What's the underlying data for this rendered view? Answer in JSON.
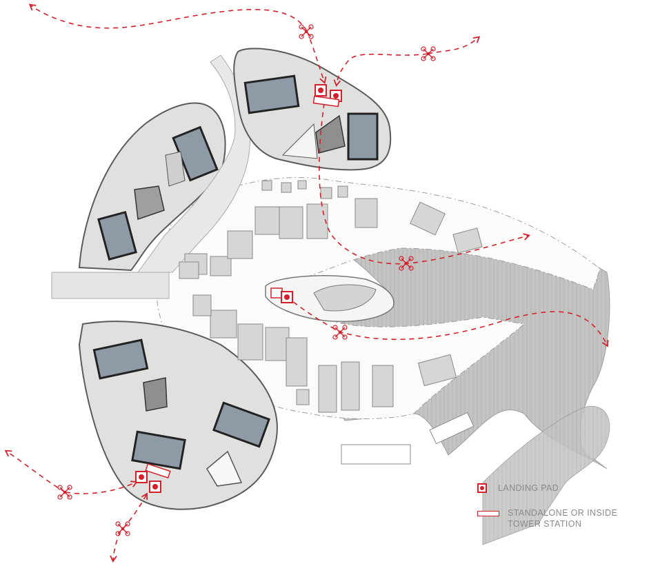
{
  "legend": {
    "landing_pad": "LANDING PAD",
    "station_line1": "STANDALONE OR INSIDE",
    "station_line2": "TOWER STATION"
  },
  "colors": {
    "route": "#d41f2b",
    "landing_pad": "#d41f2b",
    "block": "#e0e0de",
    "building": "#b9b9b7",
    "tower_glass": "#8e9aa6",
    "water": "#bdbdbb",
    "legend_text": "#8a8a88"
  },
  "icons": {
    "drone": "quadcopter-drone-icon",
    "landing_pad": "landing-pad-icon",
    "station": "tower-station-icon"
  }
}
